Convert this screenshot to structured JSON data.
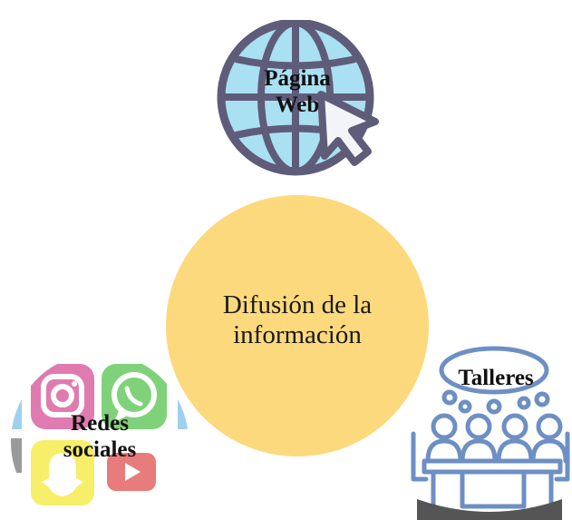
{
  "center": {
    "label_line1": "Difusión de la",
    "label_line2": "información"
  },
  "nodes": {
    "web": {
      "label_line1": "Página",
      "label_line2": "Web",
      "icon": "globe-cursor-icon"
    },
    "social": {
      "label_line1": "Redes",
      "label_line2": "sociales",
      "icon": "social-media-apps-icon"
    },
    "workshops": {
      "label": "Talleres",
      "icon": "meeting-table-icon"
    }
  },
  "colors": {
    "center_fill": "#fdd97e",
    "globe_fill": "#a9e0f2",
    "globe_stroke": "#5f5c7a",
    "instagram": "#e07bb0",
    "whatsapp": "#7fd27a",
    "snapchat": "#f7ee6a",
    "youtube": "#e87b7b",
    "workshop_stroke": "#6d8fc4"
  }
}
